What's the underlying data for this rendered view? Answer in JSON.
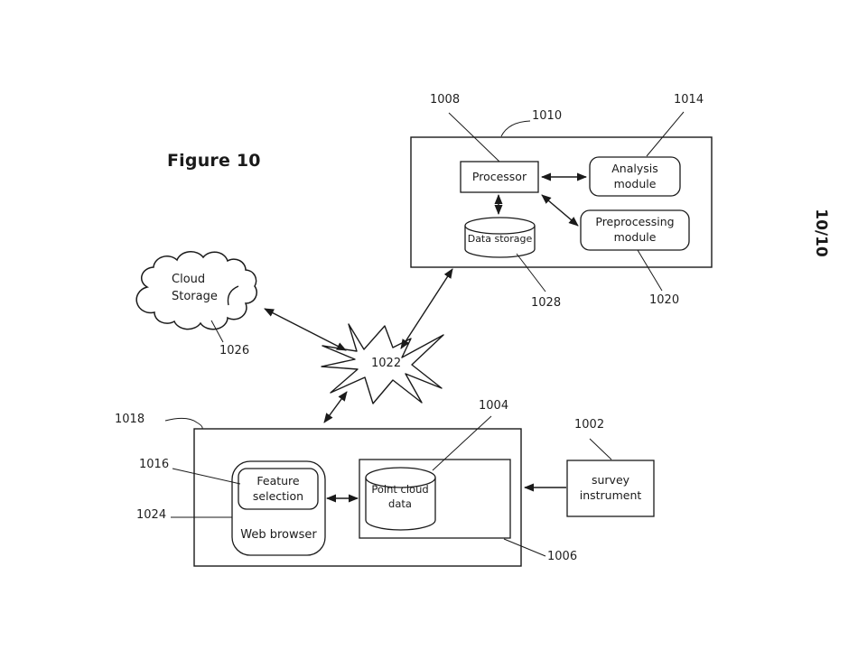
{
  "figure": {
    "title": "Figure 10",
    "sheet_number": "10/10"
  },
  "colors": {
    "ink": "#1a1a1a",
    "background": "#ffffff"
  },
  "nodes": {
    "processor": {
      "label": "Processor"
    },
    "analysis_module": {
      "label": "Analysis module"
    },
    "preprocessing_module": {
      "label": "Preprocessing module"
    },
    "data_storage": {
      "label": "Data storage"
    },
    "cloud_storage": {
      "label": "Cloud Storage"
    },
    "feature_selection": {
      "label": "Feature selection"
    },
    "web_browser": {
      "label": "Web browser"
    },
    "point_cloud_data": {
      "label": "Point cloud data"
    },
    "survey_instrument": {
      "label": "survey instrument"
    }
  },
  "refs": {
    "r1002": "1002",
    "r1004": "1004",
    "r1006": "1006",
    "r1008": "1008",
    "r1010": "1010",
    "r1014": "1014",
    "r1016": "1016",
    "r1018": "1018",
    "r1020": "1020",
    "r1022": "1022",
    "r1024": "1024",
    "r1026": "1026",
    "r1028": "1028"
  },
  "connections": [
    {
      "from": "processor",
      "to": "analysis_module",
      "bidirectional": true
    },
    {
      "from": "processor",
      "to": "data_storage",
      "bidirectional": true
    },
    {
      "from": "processor",
      "to": "preprocessing_module",
      "bidirectional": true
    },
    {
      "from": "system_box_1010",
      "to": "network_1022",
      "bidirectional": true
    },
    {
      "from": "cloud_storage",
      "to": "network_1022",
      "bidirectional": true
    },
    {
      "from": "network_1022",
      "to": "client_box_1018",
      "bidirectional": true
    },
    {
      "from": "web_browser",
      "to": "point_cloud_data",
      "bidirectional": true
    },
    {
      "from": "survey_instrument",
      "to": "client_box_1018",
      "bidirectional": false
    }
  ]
}
